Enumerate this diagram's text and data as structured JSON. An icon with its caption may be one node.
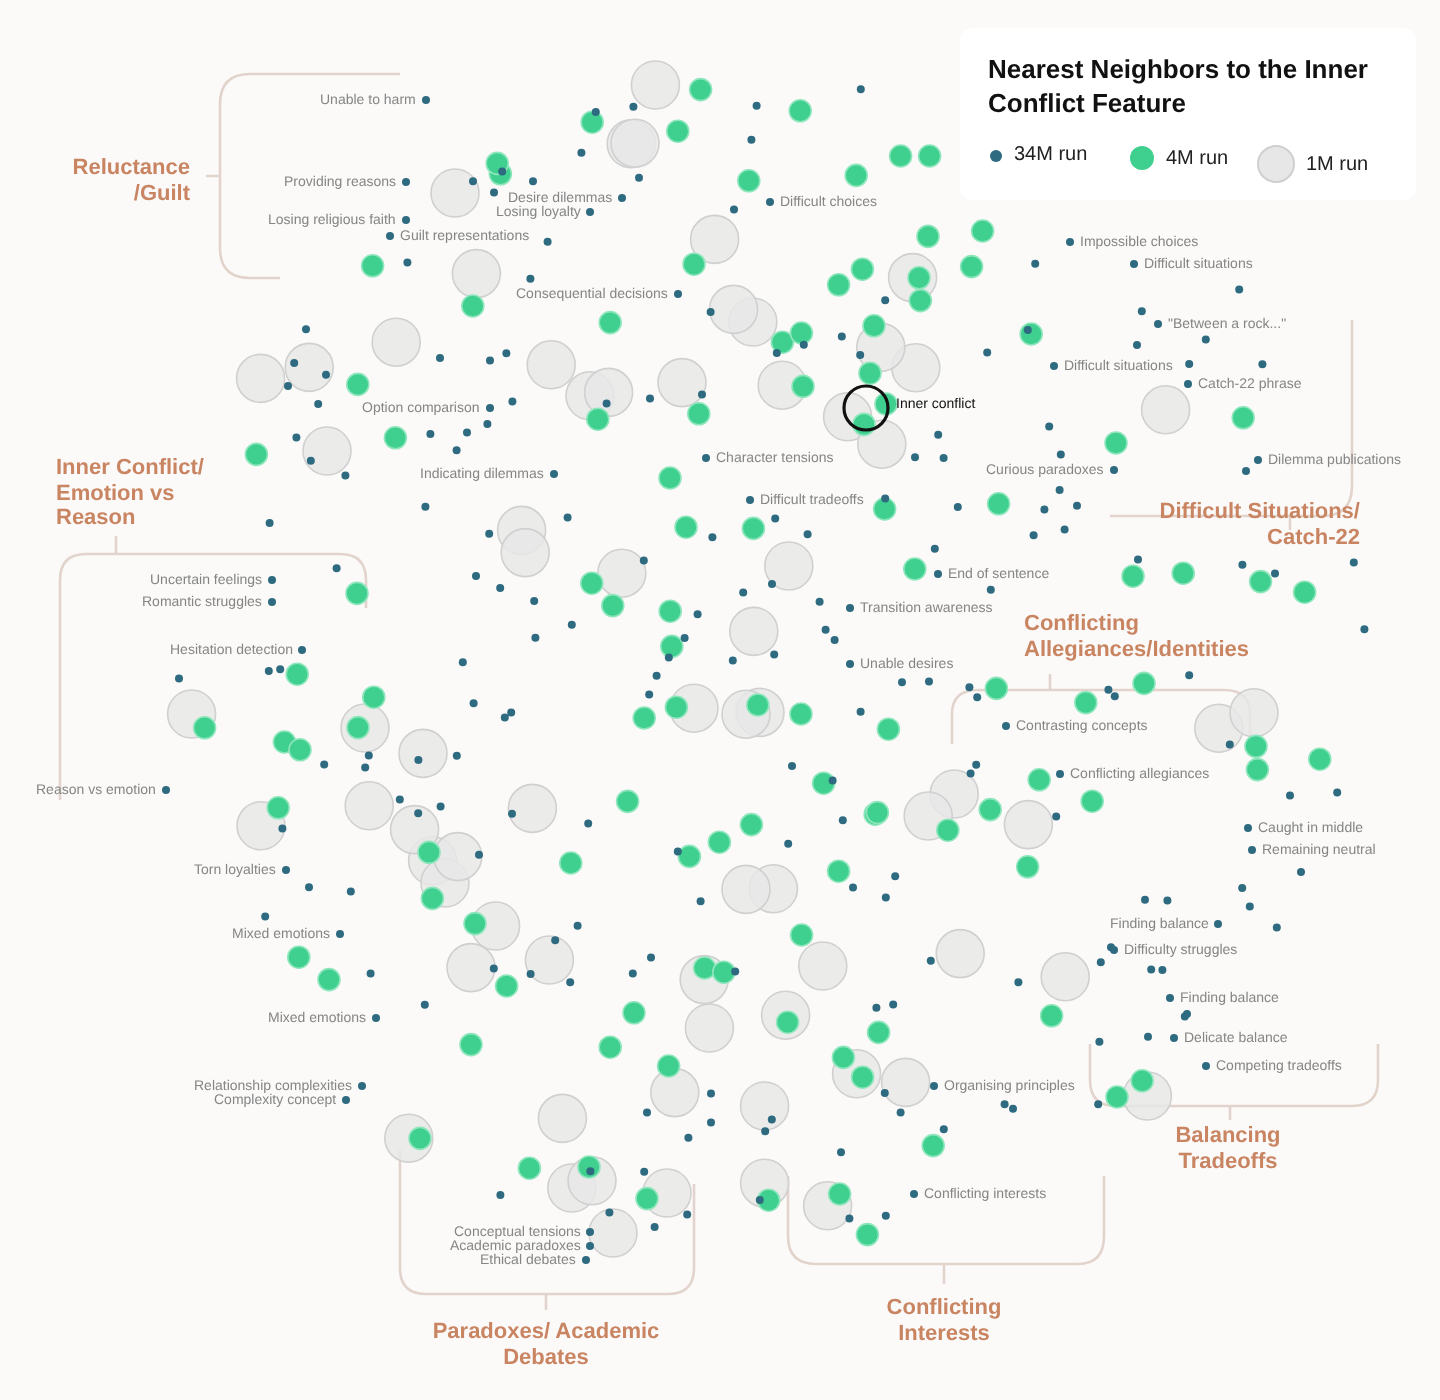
{
  "diagram": {
    "title": "Nearest Neighbors to the Inner Conflict Feature",
    "labels": [
      "Unable to harm",
      "Reluctance /Guilt",
      "Desire dilemmas",
      "Losing loyalty",
      "Difficult choices",
      "Providing reasons",
      "Losing religious faith",
      "Guilt representations",
      "Impossible choices",
      "Difficult situations",
      "Consequential decisions",
      "\"Between a rock...\"",
      "Difficult situations",
      "Catch-22 phrase",
      "Option comparison",
      "Inner conflict",
      "Inner Conflict/ Emotion vs Reason",
      "Character tensions",
      "Indicating dilemmas",
      "Dilemma publications",
      "Curious paradoxes",
      "Difficult tradeoffs",
      "Difficult Situations/ Catch-22",
      "Uncertain feelings",
      "Romantic struggles",
      "End of sentence",
      "Hesitation detection",
      "Transition awareness",
      "Conflicting Allegiances/Identities",
      "Unable desires",
      "Contrasting concepts",
      "Reason vs emotion",
      "Conflicting allegiances",
      "Caught in middle",
      "Remaining neutral",
      "Torn loyalties",
      "Mixed emotions",
      "Finding balance",
      "Difficulty struggles",
      "Finding balance",
      "Mixed emotions",
      "Delicate balance",
      "Competing tradeoffs",
      "Relationship complexities",
      "Complexity concept",
      "Organising principles",
      "Balancing Tradeoffs",
      "Conflicting interests",
      "Conceptual tensions",
      "Academic paradoxes",
      "Ethical debates",
      "Conflicting Interests",
      "Paradoxes/ Academic Debates"
    ],
    "legend": [
      {
        "text": "34M run",
        "color": "#2e6b80"
      },
      {
        "text": "4M run",
        "color": "#3fcf8e"
      },
      {
        "text": "1M run",
        "color": "#e7e7e7"
      }
    ]
  }
}
